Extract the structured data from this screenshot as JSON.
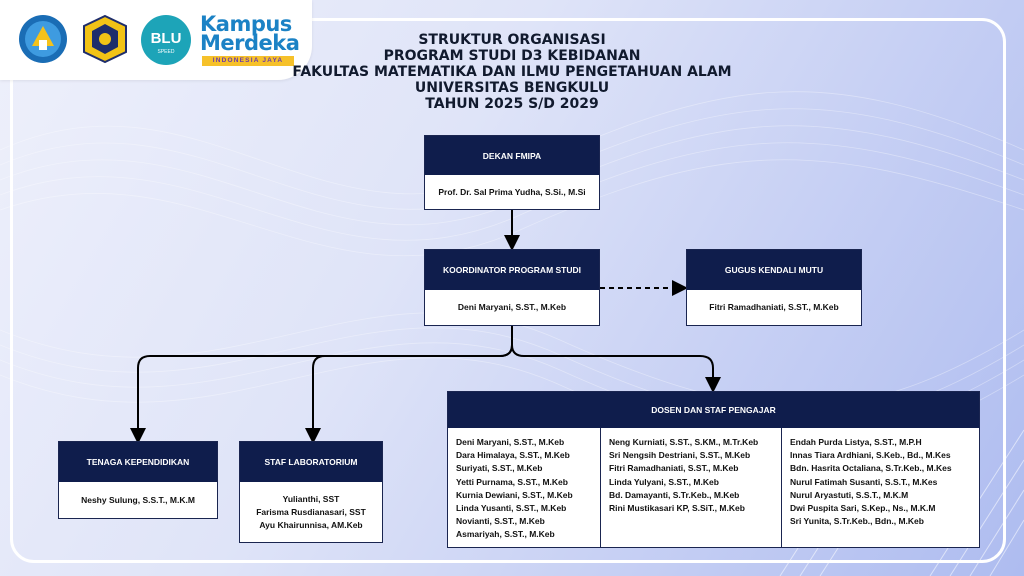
{
  "logos": {
    "tut_wuri": "tut-wuri-handayani-logo",
    "unib": "universitas-bengkulu-logo",
    "blu": "BLU",
    "blu_sub": "SPEED",
    "kampus_merdeka_line1": "Kampus",
    "kampus_merdeka_line2": "Merdeka",
    "kampus_merdeka_tag": "INDONESIA JAYA"
  },
  "title": {
    "line1": "STRUKTUR ORGANISASI",
    "line2": "PROGRAM STUDI D3 KEBIDANAN",
    "line3": "FAKULTAS MATEMATIKA DAN ILMU PENGETAHUAN ALAM",
    "line4": "UNIVERSITAS BENGKULU",
    "line5": "TAHUN 2025 S/D 2029"
  },
  "dekan": {
    "role": "DEKAN FMIPA",
    "name": "Prof. Dr. Sal Prima Yudha, S.Si., M.Si"
  },
  "koordinator": {
    "role": "KOORDINATOR PROGRAM STUDI",
    "name": "Deni Maryani, S.ST., M.Keb"
  },
  "gugus": {
    "role": "GUGUS KENDALI MUTU",
    "name": "Fitri Ramadhaniati, S.ST., M.Keb"
  },
  "tendik": {
    "role": "TENAGA KEPENDIDIKAN",
    "name": "Neshy Sulung, S.S.T., M.K.M"
  },
  "lab": {
    "role": "STAF LABORATORIUM",
    "names": [
      "Yulianthi, SST",
      "Farisma Rusdianasari, SST",
      "Ayu Khairunnisa, AM.Keb"
    ]
  },
  "dosen": {
    "role": "DOSEN DAN STAF PENGAJAR",
    "col1": [
      "Deni Maryani, S.ST., M.Keb",
      "Dara Himalaya, S.ST., M.Keb",
      "Suriyati, S.ST., M.Keb",
      "Yetti Purnama, S.ST., M.Keb",
      "Kurnia Dewiani, S.ST., M.Keb",
      "Linda Yusanti, S.ST., M.Keb",
      "Novianti, S.ST., M.Keb",
      "Asmariyah, S.ST., M.Keb"
    ],
    "col2": [
      "Neng Kurniati, S.ST., S.KM., M.Tr.Keb",
      "Sri Nengsih Destriani, S.ST., M.Keb",
      "Fitri Ramadhaniati, S.ST., M.Keb",
      "Linda Yulyani, S.ST., M.Keb",
      "Bd. Damayanti, S.Tr.Keb., M.Keb",
      "Rini Mustikasari KP, S.SiT., M.Keb"
    ],
    "col3": [
      "Endah Purda Listya, S.ST., M.P.H",
      "Innas Tiara Ardhiani, S.Keb., Bd., M.Kes",
      "Bdn. Hasrita Octaliana, S.Tr.Keb., M.Kes",
      "Nurul Fatimah Susanti, S.S.T., M.Kes",
      "Nurul Aryastuti, S.S.T., M.K.M",
      "Dwi Puspita Sari, S.Kep., Ns., M.K.M",
      "Sri Yunita, S.Tr.Keb., Bdn., M.Keb"
    ]
  },
  "colors": {
    "header_navy": "#0f1d4c",
    "frame": "#ffffff",
    "kampus_blue": "#1b82c5"
  }
}
